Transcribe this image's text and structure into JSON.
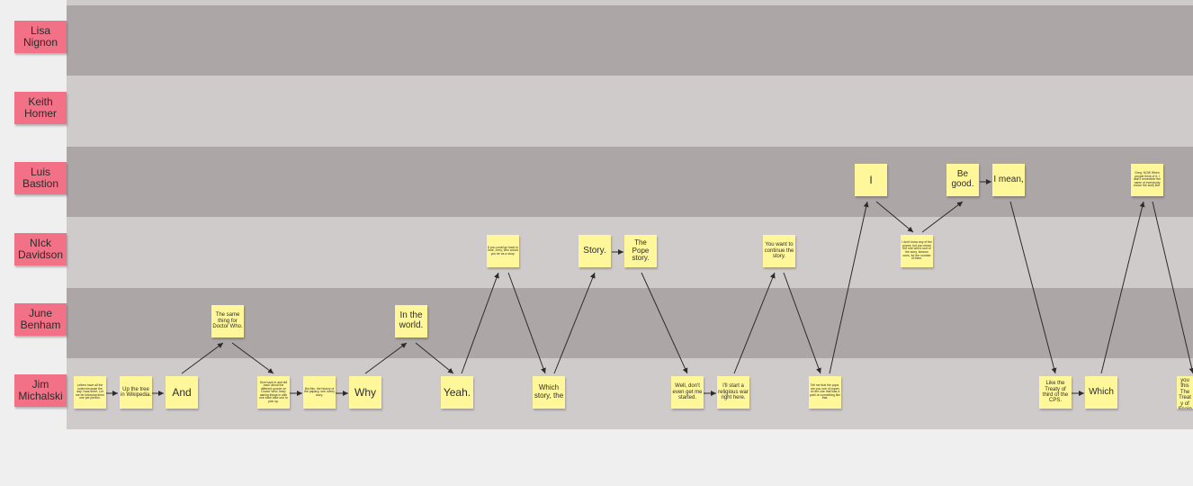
{
  "lanes": [
    {
      "name": "Lisa\nNignon"
    },
    {
      "name": "Keith\nHomer"
    },
    {
      "name": "Luis\nBastion"
    },
    {
      "name": "NIck\nDavidson"
    },
    {
      "name": "June\nBenham"
    },
    {
      "name": "Jim\nMichalski"
    }
  ],
  "notes": {
    "n1": "Letters have all the notes because the day I was there. Let me be following them one per person.",
    "n2": "Up the tree in Wikipedia.",
    "n3": "And",
    "n4": "The same thing for Doctor Who.",
    "n5": "Dive back in and tell each about the different source on Doctor Who; keep asking things in with one each take one to pick up.",
    "n6": "But this, the history of the papacy, one overly story.",
    "n7": "Why",
    "n8": "In the world.",
    "n9": "Yeah.",
    "n10": "If you could go back in time, Jerry, who would you be as a story.",
    "n11": "Which story, the",
    "n12": "Story.",
    "n13": "The Pope story.",
    "n14": "Well, don't even get me started.",
    "n15": "I'll start a religious war right here.",
    "n16": "You want to continue the story.",
    "n17": "Tell me that the pope, are you one of popes on the one that was a path on something like that.",
    "n18": "I",
    "n19": "I don't know any of the popes, but you mean the one who's sort of the story, famous ones, for the number of them.",
    "n20": "Be good.",
    "n21": "I mean,",
    "n22": "Like the Treaty of third of the CPS.",
    "n23": "Which",
    "n24": "Greg. NOW When people think of it, I didn't remember the name of everybody chose the story line.",
    "n25": "Remember you this The Treaty of Spain."
  }
}
